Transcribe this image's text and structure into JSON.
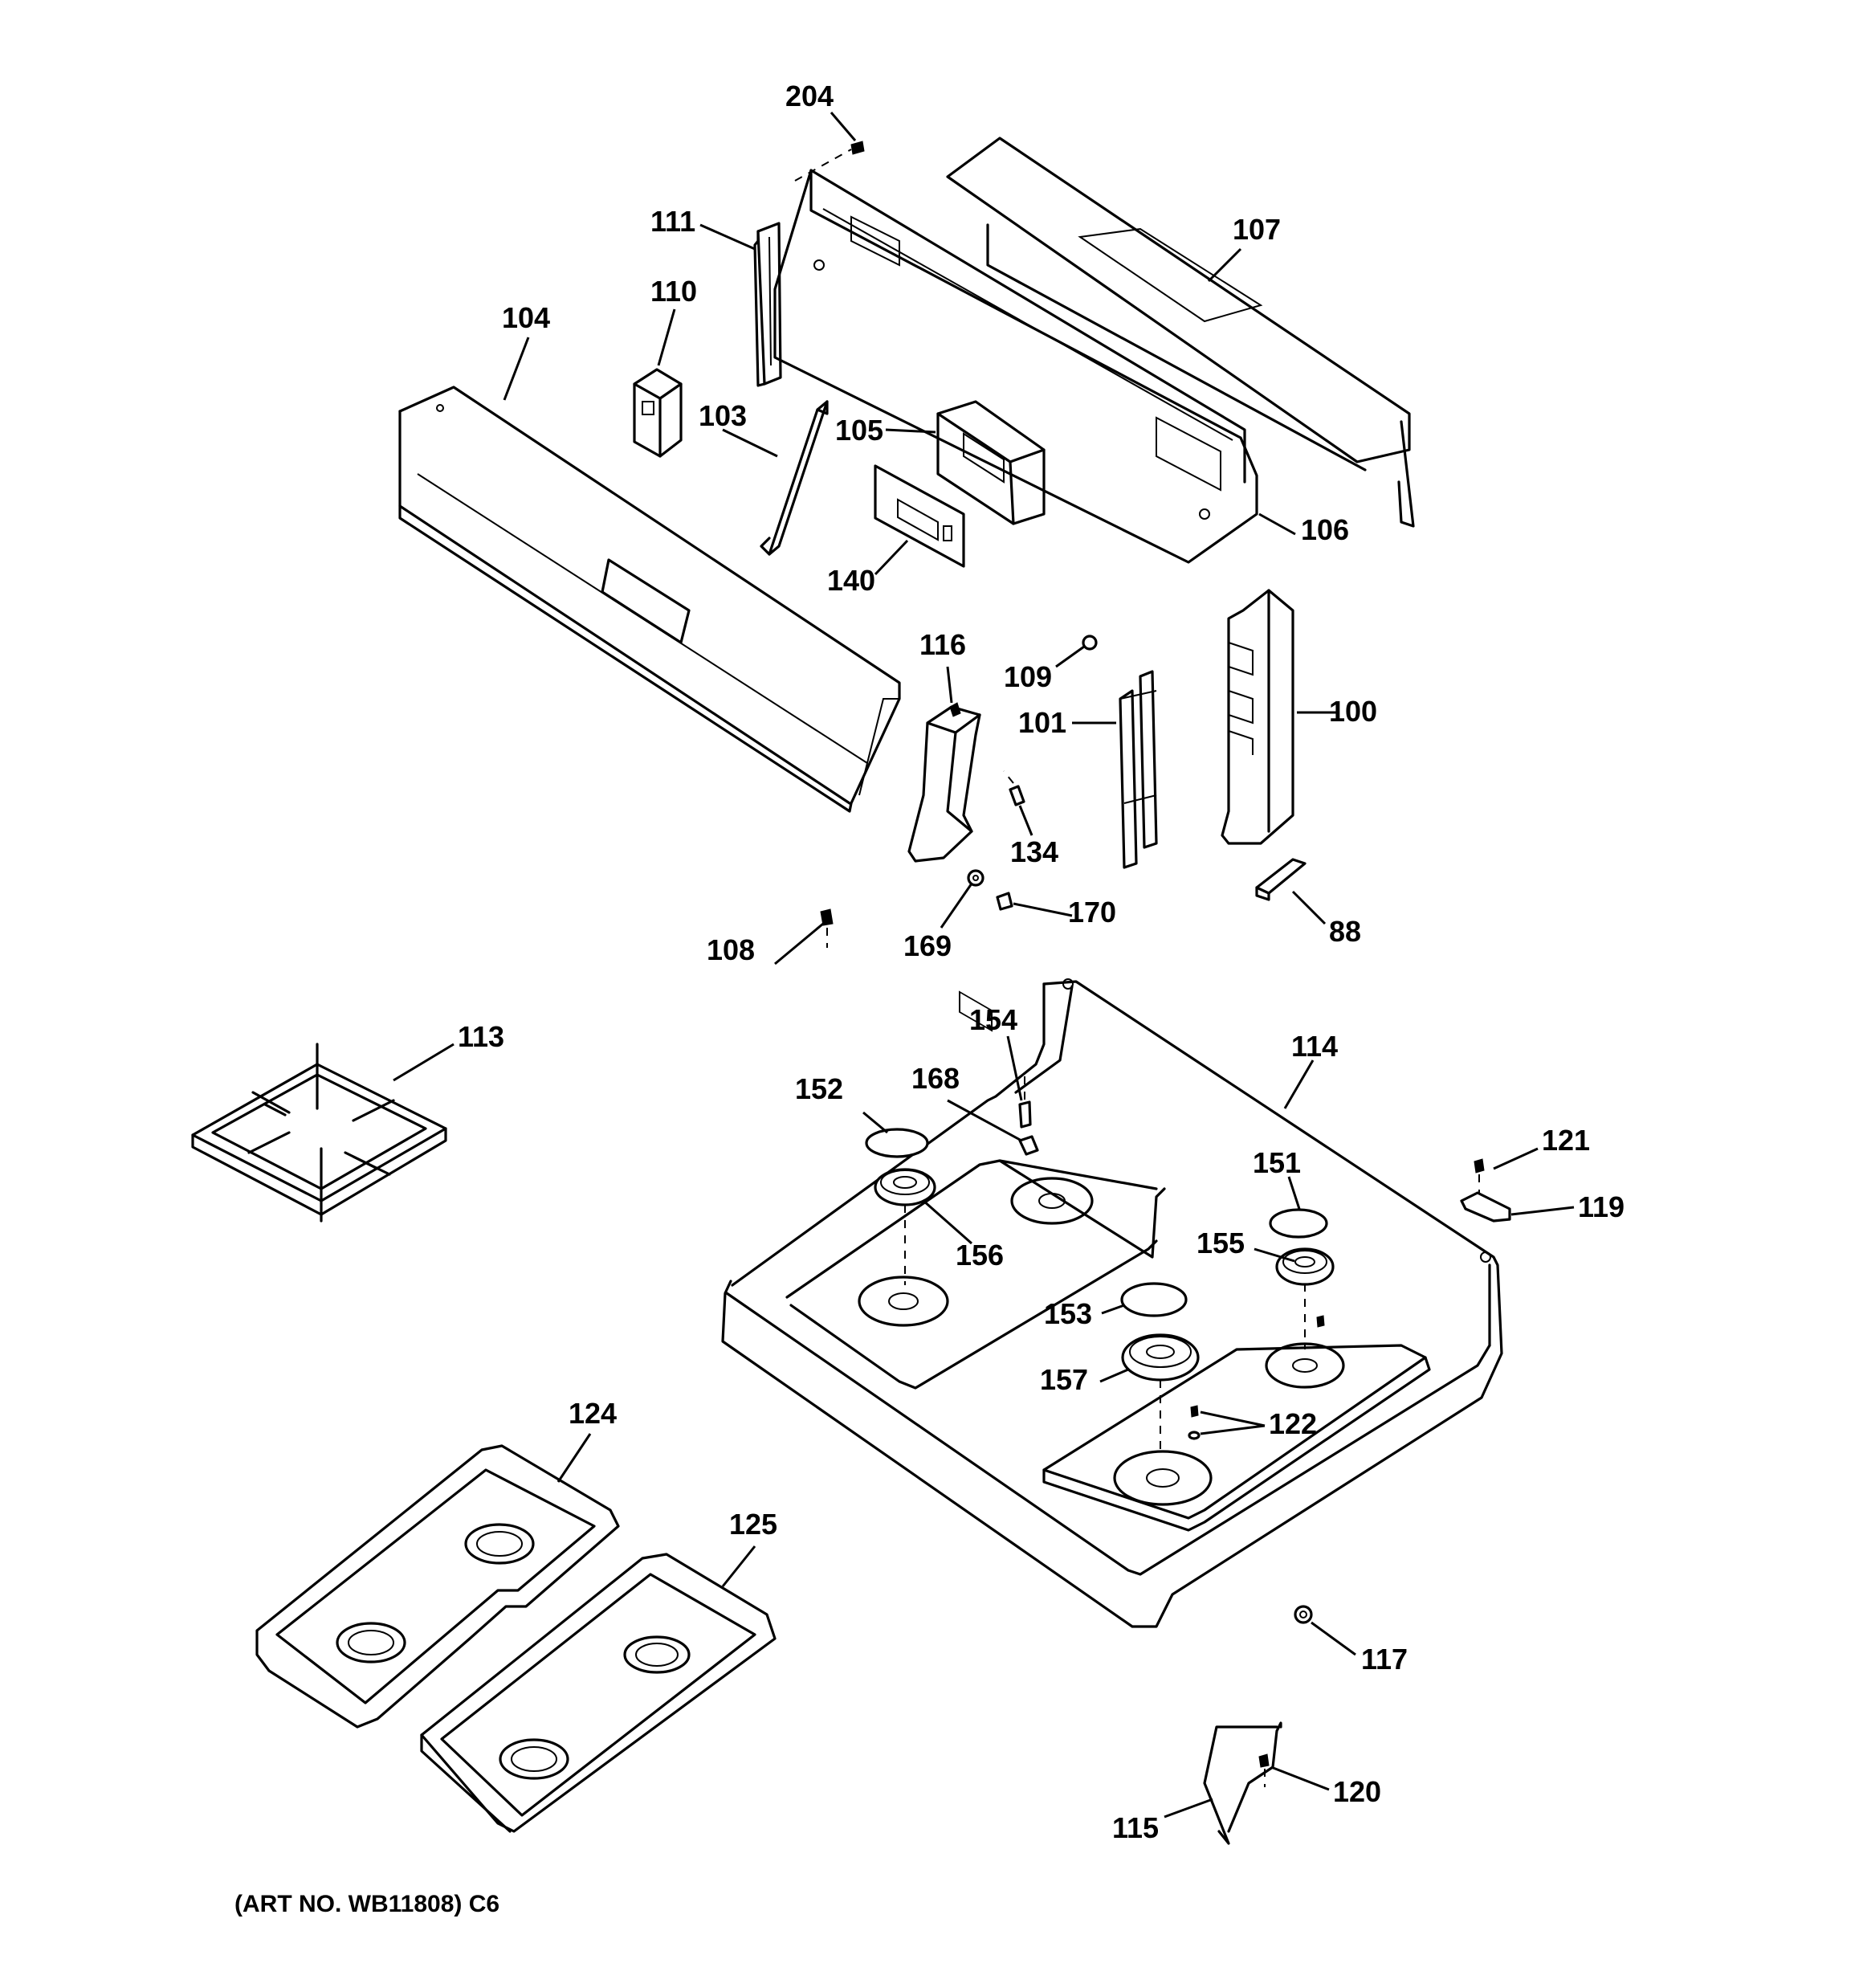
{
  "callouts": {
    "c204": "204",
    "c111": "111",
    "c110": "110",
    "c107": "107",
    "c104": "104",
    "c103": "103",
    "c105": "105",
    "c106": "106",
    "c140": "140",
    "c116": "116",
    "c109": "109",
    "c100": "100",
    "c101": "101",
    "c134": "134",
    "c108": "108",
    "c169": "169",
    "c170": "170",
    "c88": "88",
    "c113": "113",
    "c154": "154",
    "c114": "114",
    "c152": "152",
    "c168": "168",
    "c121": "121",
    "c151": "151",
    "c119": "119",
    "c156": "156",
    "c155": "155",
    "c153": "153",
    "c157": "157",
    "c122": "122",
    "c124": "124",
    "c125": "125",
    "c117": "117",
    "c120": "120",
    "c115": "115"
  },
  "art_number": "(ART NO. WB11808) C6"
}
